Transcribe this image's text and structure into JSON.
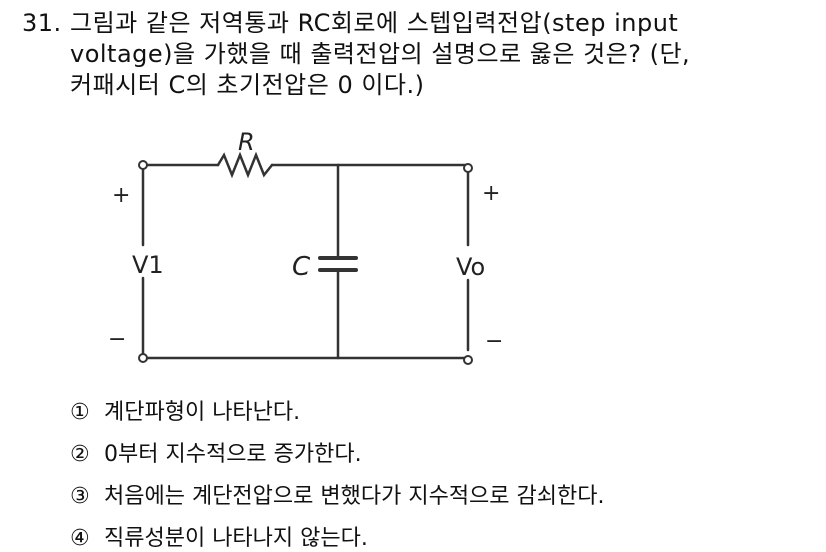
{
  "question": {
    "number": "31.",
    "lines": [
      "그림과 같은 저역통과 RC회로에 스텝입력전압(step input",
      "voltage)을 가했을 때 출력전압의 설명으로 옳은 것은? (단,",
      "커패시터 C의 초기전압은 0 이다.)"
    ]
  },
  "circuit": {
    "resistor_label": "R",
    "capacitor_label": "C",
    "input_label": "V1",
    "output_label": "Vo",
    "plus": "+",
    "minus": "−"
  },
  "options": [
    {
      "marker": "①",
      "text": "계단파형이 나타난다."
    },
    {
      "marker": "②",
      "text": "0부터 지수적으로 증가한다."
    },
    {
      "marker": "③",
      "text": "처음에는 계단전압으로 변했다가 지수적으로 감쇠한다."
    },
    {
      "marker": "④",
      "text": "직류성분이 나타나지 않는다."
    }
  ]
}
